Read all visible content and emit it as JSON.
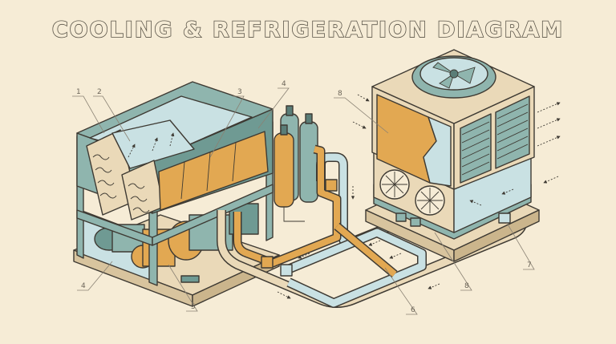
{
  "title": "COOLING & REFRIGERATION DIAGRAM",
  "callouts": [
    {
      "id": "1",
      "label": "1"
    },
    {
      "id": "2",
      "label": "2"
    },
    {
      "id": "3",
      "label": "3"
    },
    {
      "id": "4a",
      "label": "4"
    },
    {
      "id": "8a",
      "label": "8"
    },
    {
      "id": "4b",
      "label": "4"
    },
    {
      "id": "5",
      "label": "5"
    },
    {
      "id": "6",
      "label": "6"
    },
    {
      "id": "8b",
      "label": "8"
    },
    {
      "id": "7",
      "label": "7"
    }
  ],
  "colors": {
    "background": "#f6ecd6",
    "teal": "#8fb5ae",
    "teal_dark": "#6f9a93",
    "light_blue": "#c9e1e3",
    "orange": "#e2a852",
    "cream": "#ead9b8",
    "outline": "#3e3a33"
  },
  "icons": [
    "fan-icon",
    "valve-icon",
    "gas-cylinder-icon",
    "airflow-arrow-icon"
  ]
}
